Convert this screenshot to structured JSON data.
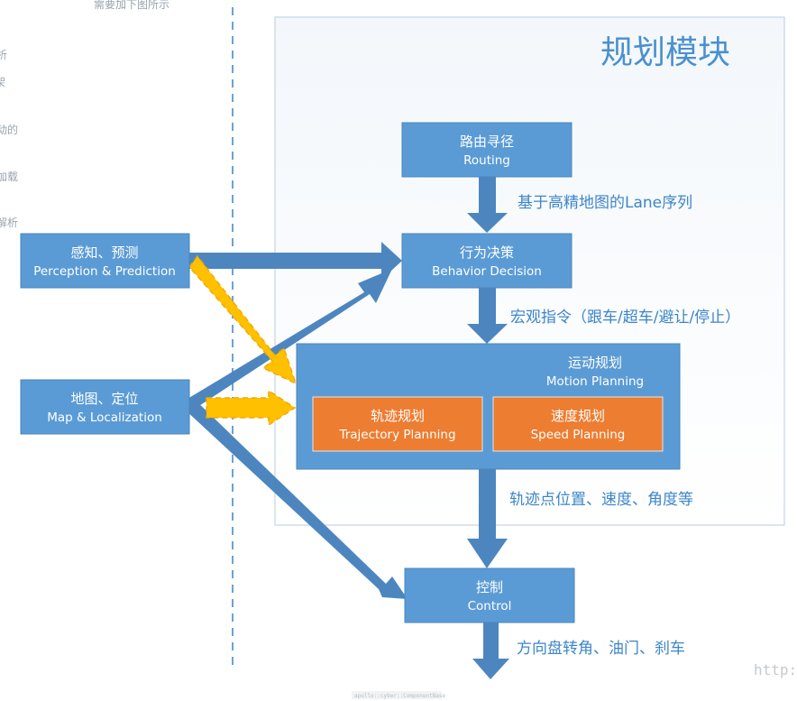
{
  "partial_text": {
    "top": "需要加下图所示",
    "left_1": "析",
    "left_2": "架",
    "left_3": "动的",
    "left_4": "加载",
    "left_5": "解析"
  },
  "module": {
    "title": "规划模块"
  },
  "boxes": {
    "routing": {
      "zh": "路由寻径",
      "en": "Routing"
    },
    "perception": {
      "zh": "感知、预测",
      "en": "Perception & Prediction"
    },
    "behavior": {
      "zh": "行为决策",
      "en": "Behavior Decision"
    },
    "map": {
      "zh": "地图、定位",
      "en": "Map & Localization"
    },
    "motion": {
      "zh": "运动规划",
      "en": "Motion Planning"
    },
    "trajectory": {
      "zh": "轨迹规划",
      "en": "Trajectory Planning"
    },
    "speed": {
      "zh": "速度规划",
      "en": "Speed Planning"
    },
    "control": {
      "zh": "控制",
      "en": "Control"
    }
  },
  "flow_labels": {
    "routing_to_behavior": "基于高精地图的Lane序列",
    "behavior_to_motion": "宏观指令（跟车/超车/避让/停止）",
    "motion_to_control": "轨迹点位置、速度、角度等",
    "control_output": "方向盘转角、油门、刹车"
  },
  "watermark": "http:",
  "footer_tag": "apollo::cyber::ComponentBase",
  "colors": {
    "box_blue": "#5b9bd5",
    "box_border": "#4a86bd",
    "orange": "#ed7d31",
    "arrow_blue": "#4d86bf",
    "arrow_yellow": "#ffc000",
    "label_blue": "#3d86c8",
    "module_border": "#b9cde0"
  }
}
